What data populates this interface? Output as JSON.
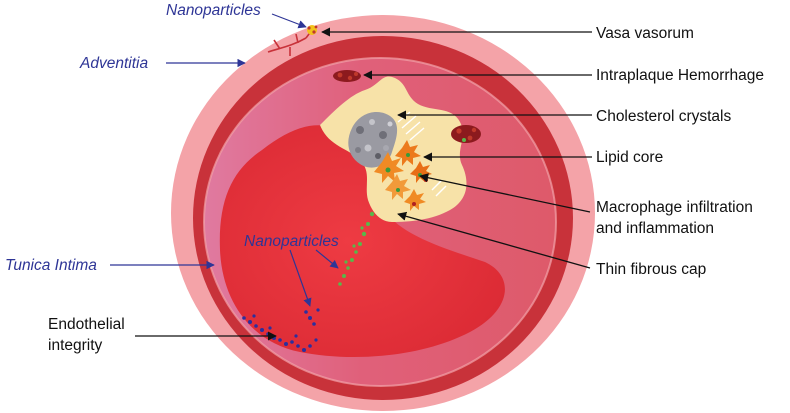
{
  "labels": {
    "nanoparticles_top": "Nanoparticles",
    "adventitia": "Adventitia",
    "tunica_intima": "Tunica Intima",
    "nanoparticles_inner": "Nanoparticles",
    "endothelial_line1": "Endothelial",
    "endothelial_line2": "integrity",
    "vasa_vasorum": "Vasa vasorum",
    "intraplaque_hemorrhage": "Intraplaque Hemorrhage",
    "cholesterol_crystals": "Cholesterol crystals",
    "lipid_core": "Lipid core",
    "macrophage_line1": "Macrophage infiltration",
    "macrophage_line2": "and inflammation",
    "thin_fibrous_cap": "Thin fibrous cap"
  },
  "colors": {
    "adventitia": "#f4a3a8",
    "media": "#c8323a",
    "intima": "#e06a7e",
    "lumen": "#e8323c",
    "plaque": "#f7e2a8",
    "label_blue": "#2e3596",
    "label_black": "#111111",
    "nanoparticle_green": "#58b84a",
    "nanoparticle_blue": "#2b2f9e",
    "macrophage_orange": "#f08a24"
  }
}
